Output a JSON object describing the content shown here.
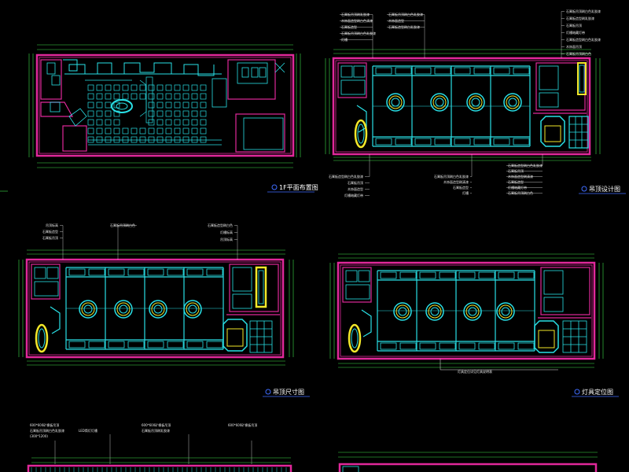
{
  "drawing_titles": {
    "sheet1": "1F平面布置图",
    "sheet2": "吊顶设计图",
    "sheet3": "吊顶尺寸图",
    "sheet4": "灯具定位图"
  },
  "colors": {
    "background": "#000000",
    "wall": "#e0289a",
    "fixture": "#29e0e6",
    "dimension": "#3fe04a",
    "highlight": "#f2e829",
    "leader": "#e8e8e8",
    "title_underline": "#3f6cff"
  },
  "notes": {
    "top_right_top": [
      "石膏板吊顶刷乳胶漆",
      "木饰面造型刷白色清漆",
      "石膏板造型",
      "石膏板吊顶刷白色乳胶漆",
      "灯槽"
    ],
    "top_right_top_b": [
      "石膏板吊顶刷白色乳胶漆",
      "木饰面造型",
      "石膏板造型刷白乳胶漆"
    ],
    "top_right_right": [
      "石膏板吊顶刷白色乳胶漆",
      "石膏板造型刷乳胶漆",
      "石膏板吊顶",
      "灯槽暗藏灯带",
      "石膏板造型刷白色乳胶漆",
      "木饰面吊顶",
      "石膏板吊顶刷白色"
    ],
    "top_right_bottom_left": [
      "石膏板造型刷白色乳胶漆",
      "石膏板吊顶",
      "木饰面造型",
      "灯槽暗藏灯带"
    ],
    "top_right_bottom_mid": [
      "石膏板吊顶刷白色乳胶漆",
      "木饰面造型刷清漆",
      "石膏板造型",
      "灯槽"
    ],
    "top_right_bottom_right": [
      "石膏板造型刷白色乳胶漆",
      "石膏板吊顶",
      "木饰面造型刷清漆",
      "石膏板造型",
      "灯槽暗藏灯带",
      "石膏板吊顶刷白色"
    ],
    "mid_left_top": [
      "吊顶标高",
      "石膏板造型",
      "石膏板吊顶",
      "石膏板吊顶刷白色",
      "石膏板造型刷白色",
      "灯槽标高",
      "吊顶标高"
    ],
    "mid_right_bottom": "灯具定位详见灯具说明表",
    "bottom_left": [
      "600*600矿棉板吊顶",
      "石膏板吊顶刷白色乳胶漆",
      "(300*1200)",
      "LED筒灯灯槽",
      "600*600矿棉板吊顶",
      "石膏板吊顶刷乳胶漆",
      "600*600矿棉板吊顶"
    ]
  }
}
